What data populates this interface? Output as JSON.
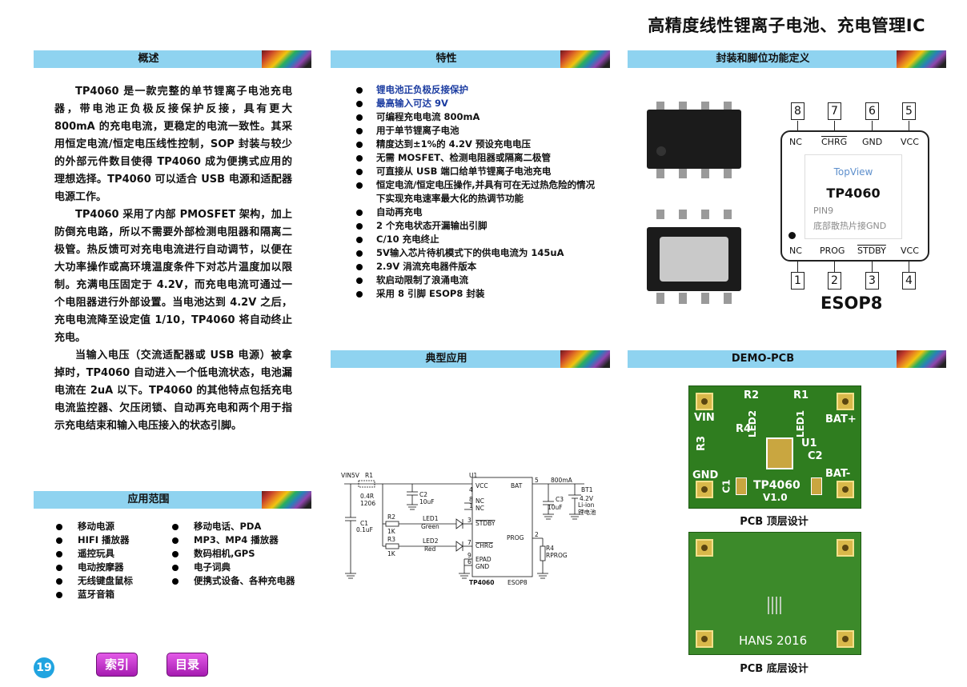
{
  "title": "高精度线性锂离子电池、充电管理IC",
  "sections": {
    "overview": "概述",
    "features": "特性",
    "package": "封装和脚位功能定义",
    "apps": "应用范围",
    "typical": "典型应用",
    "demo": "DEMO-PCB"
  },
  "overview": {
    "p1": "TP4060 是一款完整的单节锂离子电池充电器，带电池正负极反接保护反接，具有更大 800mA 的充电电流，更稳定的电流一致性。其采用恒定电流/恒定电压线性控制，SOP 封装与较少的外部元件数目使得 TP4060 成为便携式应用的理想选择。TP4060 可以适合 USB 电源和适配器电源工作。",
    "p2": "TP4060 采用了内部 PMOSFET 架构，加上防倒充电路，所以不需要外部检测电阻器和隔离二极管。热反馈可对充电电流进行自动调节，以便在大功率操作或高环境温度条件下对芯片温度加以限制。充满电压固定于 4.2V，而充电电流可通过一个电阻器进行外部设置。当电池达到 4.2V 之后，充电电流降至设定值 1/10，TP4060 将自动终止充电。",
    "p3": "当输入电压（交流适配器或 USB 电源）被拿掉时，TP4060 自动进入一个低电流状态，电池漏电流在 2uA 以下。TP4060 的其他特点包括充电电流监控器、欠压闭锁、自动再充电和两个用于指示充电结束和输入电压接入的状态引脚。"
  },
  "features": [
    "锂电池正负极反接保护",
    "最高输入可达 9V",
    "可编程充电电流 800mA",
    "用于单节锂离子电池",
    "精度达到±1%的 4.2V 预设充电电压",
    "无需 MOSFET、检测电阻器或隔离二极管",
    "可直接从 USB 端口给单节锂离子电池充电",
    "恒定电流/恒定电压操作,并具有可在无过热危险的情况下实现充电速率最大化的热调节功能",
    "自动再充电",
    "2 个充电状态开漏输出引脚",
    "C/10 充电终止",
    "5V输入芯片待机模式下的供电电流为 145uA",
    "2.9V 涓流充电器件版本",
    "软启动限制了浪涌电流",
    "采用 8 引脚 ESOP8 封装"
  ],
  "apps_left": [
    "移动电源",
    "HIFI 播放器",
    "遥控玩具",
    "电动按摩器",
    "无线键盘鼠标",
    "蓝牙音箱"
  ],
  "apps_right": [
    "移动电话、PDA",
    "MP3、MP4 播放器",
    "数码相机,GPS",
    "电子词典",
    "便携式设备、各种充电器"
  ],
  "package": {
    "top_pins": [
      "8",
      "7",
      "6",
      "5"
    ],
    "bottom_pins": [
      "1",
      "2",
      "3",
      "4"
    ],
    "top_labels": [
      "NC",
      "CHRG",
      "GND",
      "VCC"
    ],
    "bottom_labels": [
      "NC",
      "PROG",
      "STDBY",
      "VCC"
    ],
    "topview": "TopView",
    "part": "TP4060",
    "pin9": "PIN9",
    "pin9_note": "底部散热片接GND",
    "name": "ESOP8"
  },
  "schematic": {
    "vin": "VIN5V",
    "r1": "R1",
    "r1v": "0.4R",
    "r1p": "1206",
    "c1": "C1",
    "c1v": "0.1uF",
    "c2": "C2",
    "c2v": "10uF",
    "u1": "U1",
    "vcc": "VCC",
    "nc1": "NC",
    "nc2": "NC",
    "stdby": "STDBY",
    "chrg": "CHRG",
    "epad": "EPAD",
    "gnd": "GND",
    "bat": "BAT",
    "prog": "PROG",
    "chip": "TP4060",
    "pkg": "ESOP8",
    "r2": "R2",
    "r2v": "1K",
    "r3": "R3",
    "r3v": "1K",
    "led1": "LED1",
    "led1c": "Green",
    "led2": "LED2",
    "led2c": "Red",
    "c3": "C3",
    "c3v": "10uF",
    "r4": "R4",
    "r4v": "RPROG",
    "bt1": "BT1",
    "btv": "4.2V",
    "btt": "Li-ion",
    "btn": "锂电池",
    "iout": "800mA",
    "p1": "1",
    "p2": "2",
    "p3": "3",
    "p4": "4",
    "p5": "5",
    "p6": "6",
    "p7": "7",
    "p8": "8",
    "p9": "9"
  },
  "pcb_top": {
    "r2": "R2",
    "r1": "R1",
    "led2": "LED2",
    "led1": "LED1",
    "vin": "VIN",
    "batp": "BAT+",
    "r3": "R3",
    "r4": "R4",
    "u1": "U1",
    "c2": "C2",
    "gnd": "GND",
    "batm": "BAT-",
    "c1": "C1",
    "part": "TP4060",
    "ver": "V1.0"
  },
  "pcb_bottom": {
    "brand": "HANS 2016"
  },
  "captions": {
    "top": "PCB 顶层设计",
    "bottom": "PCB 底层设计"
  },
  "nav": {
    "page": "19",
    "index": "索引",
    "toc": "目录"
  }
}
